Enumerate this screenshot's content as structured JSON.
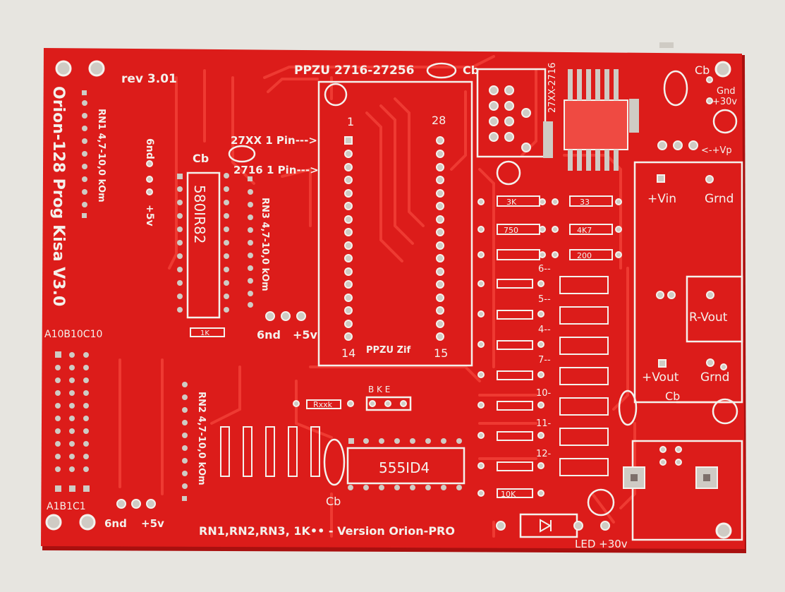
{
  "board": {
    "title": "Orion-128 Prog Kisa V3.0",
    "revision": "rev 3.01",
    "footer_note": "RN1,RN2,RN3, 1K•• - Version Orion-PRO",
    "colors": {
      "board": "#dc1c1a",
      "silkscreen": "#f4f1ec",
      "trace": "#ee3a32",
      "pad": "#cfcbc4",
      "background": "#e7e5e0"
    }
  },
  "labels": {
    "ppzu_top": "PPZU 2716-27256",
    "cb": "Cb",
    "pin_27xx": "27XX 1 Pin--->",
    "pin_2716": "2716 1 Pin--->",
    "socket_pin_1": "1",
    "socket_pin_28": "28",
    "socket_pin_14": "14",
    "socket_pin_15": "15",
    "socket_name": "PPZU Zif",
    "chip_580": "580IR82",
    "chip_555": "555ID4",
    "rn1": "RN1 4,7-10,0 kOm",
    "rn2": "RN2 4,7-10,0 kOm",
    "rn3": "RN3 4,7-10,0 kOm",
    "gnd": "Gnd",
    "gnd_alt": "6nd",
    "plus5v": "+5v",
    "header_top": "A10B10C10",
    "header_bottom": "A1B1C1",
    "bke": "B K E",
    "rxxk": "Rxxk",
    "vin": "+Vin",
    "grnd": "Grnd",
    "vout": "+Vout",
    "r_vout": "R-Vout",
    "plus30v": "+30v",
    "vp": "<-+Vp",
    "led": "LED +30v",
    "chip_27xx": "27XX-2716"
  },
  "resistor_values": [
    "3K",
    "33",
    "750",
    "4K7",
    "200",
    "10K",
    "1K"
  ],
  "row_numbers": [
    "6--",
    "5--",
    "4--",
    "7--",
    "10-",
    "11-",
    "12-"
  ]
}
